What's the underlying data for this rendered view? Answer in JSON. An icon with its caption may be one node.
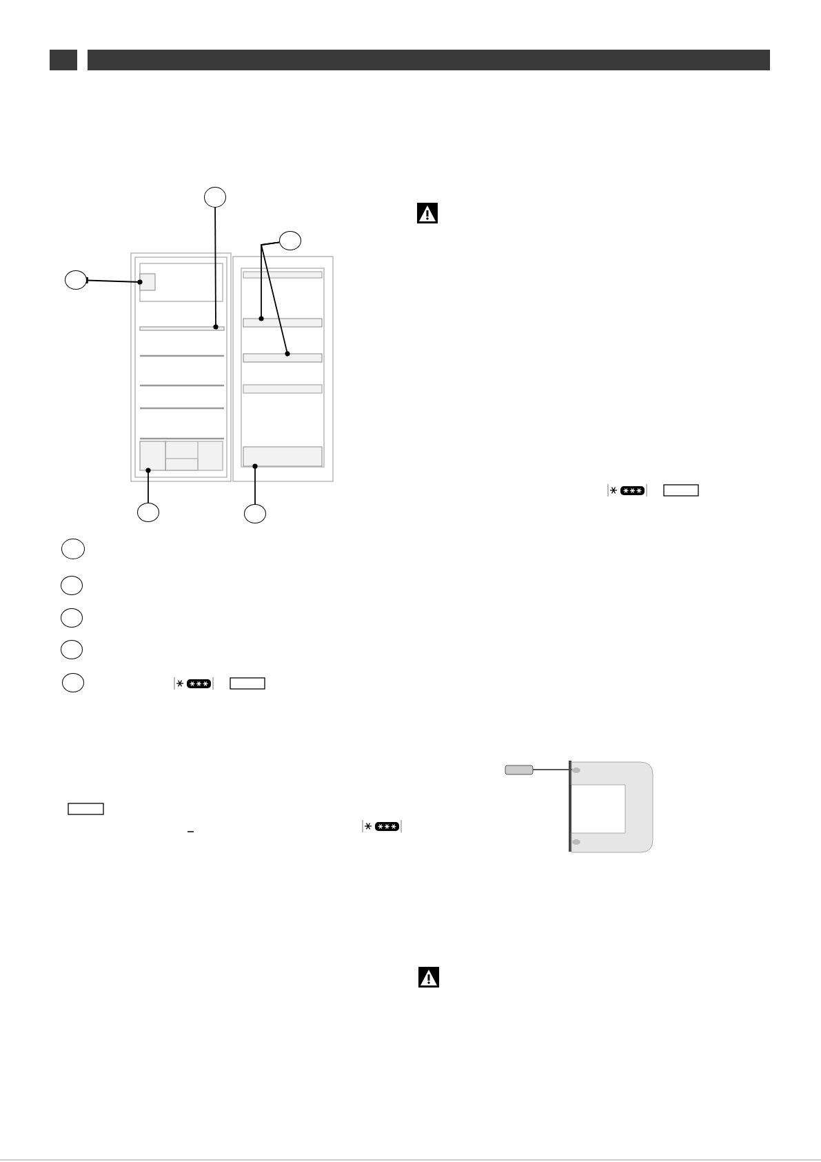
{
  "diagram": {
    "nodes": [
      {
        "text": [],
        "shape": "circle"
      },
      {
        "text": [],
        "shape": "circle"
      },
      {
        "text": [],
        "shape": "circle"
      },
      {
        "text": [],
        "shape": "circle"
      },
      {
        "text": [],
        "shape": "circle"
      },
      {
        "text": [],
        "shape": "circle"
      },
      {
        "text": [],
        "shape": "circle"
      },
      {
        "text": [],
        "shape": "circle"
      },
      {
        "text": [],
        "shape": "circle"
      },
      {
        "text": [],
        "shape": "circle"
      },
      {
        "text": [],
        "shape": "box"
      },
      {
        "text": [],
        "shape": "box"
      },
      {
        "text": [],
        "shape": "box"
      },
      {
        "text": [],
        "shape": "box"
      },
      {
        "text": [],
        "shape": "box"
      },
      {
        "text": [],
        "shape": "box"
      }
    ],
    "edges": [
      {
        "from": 0,
        "to": 11,
        "arrow": "other"
      },
      {
        "from": 1,
        "to": 12,
        "arrow": "other"
      },
      {
        "from": 1,
        "to": 13,
        "arrow": "other"
      },
      {
        "from": 2,
        "to": 10,
        "arrow": "other"
      },
      {
        "from": 3,
        "to": 14,
        "arrow": "other"
      },
      {
        "from": 4,
        "to": 15,
        "arrow": "other"
      }
    ]
  }
}
